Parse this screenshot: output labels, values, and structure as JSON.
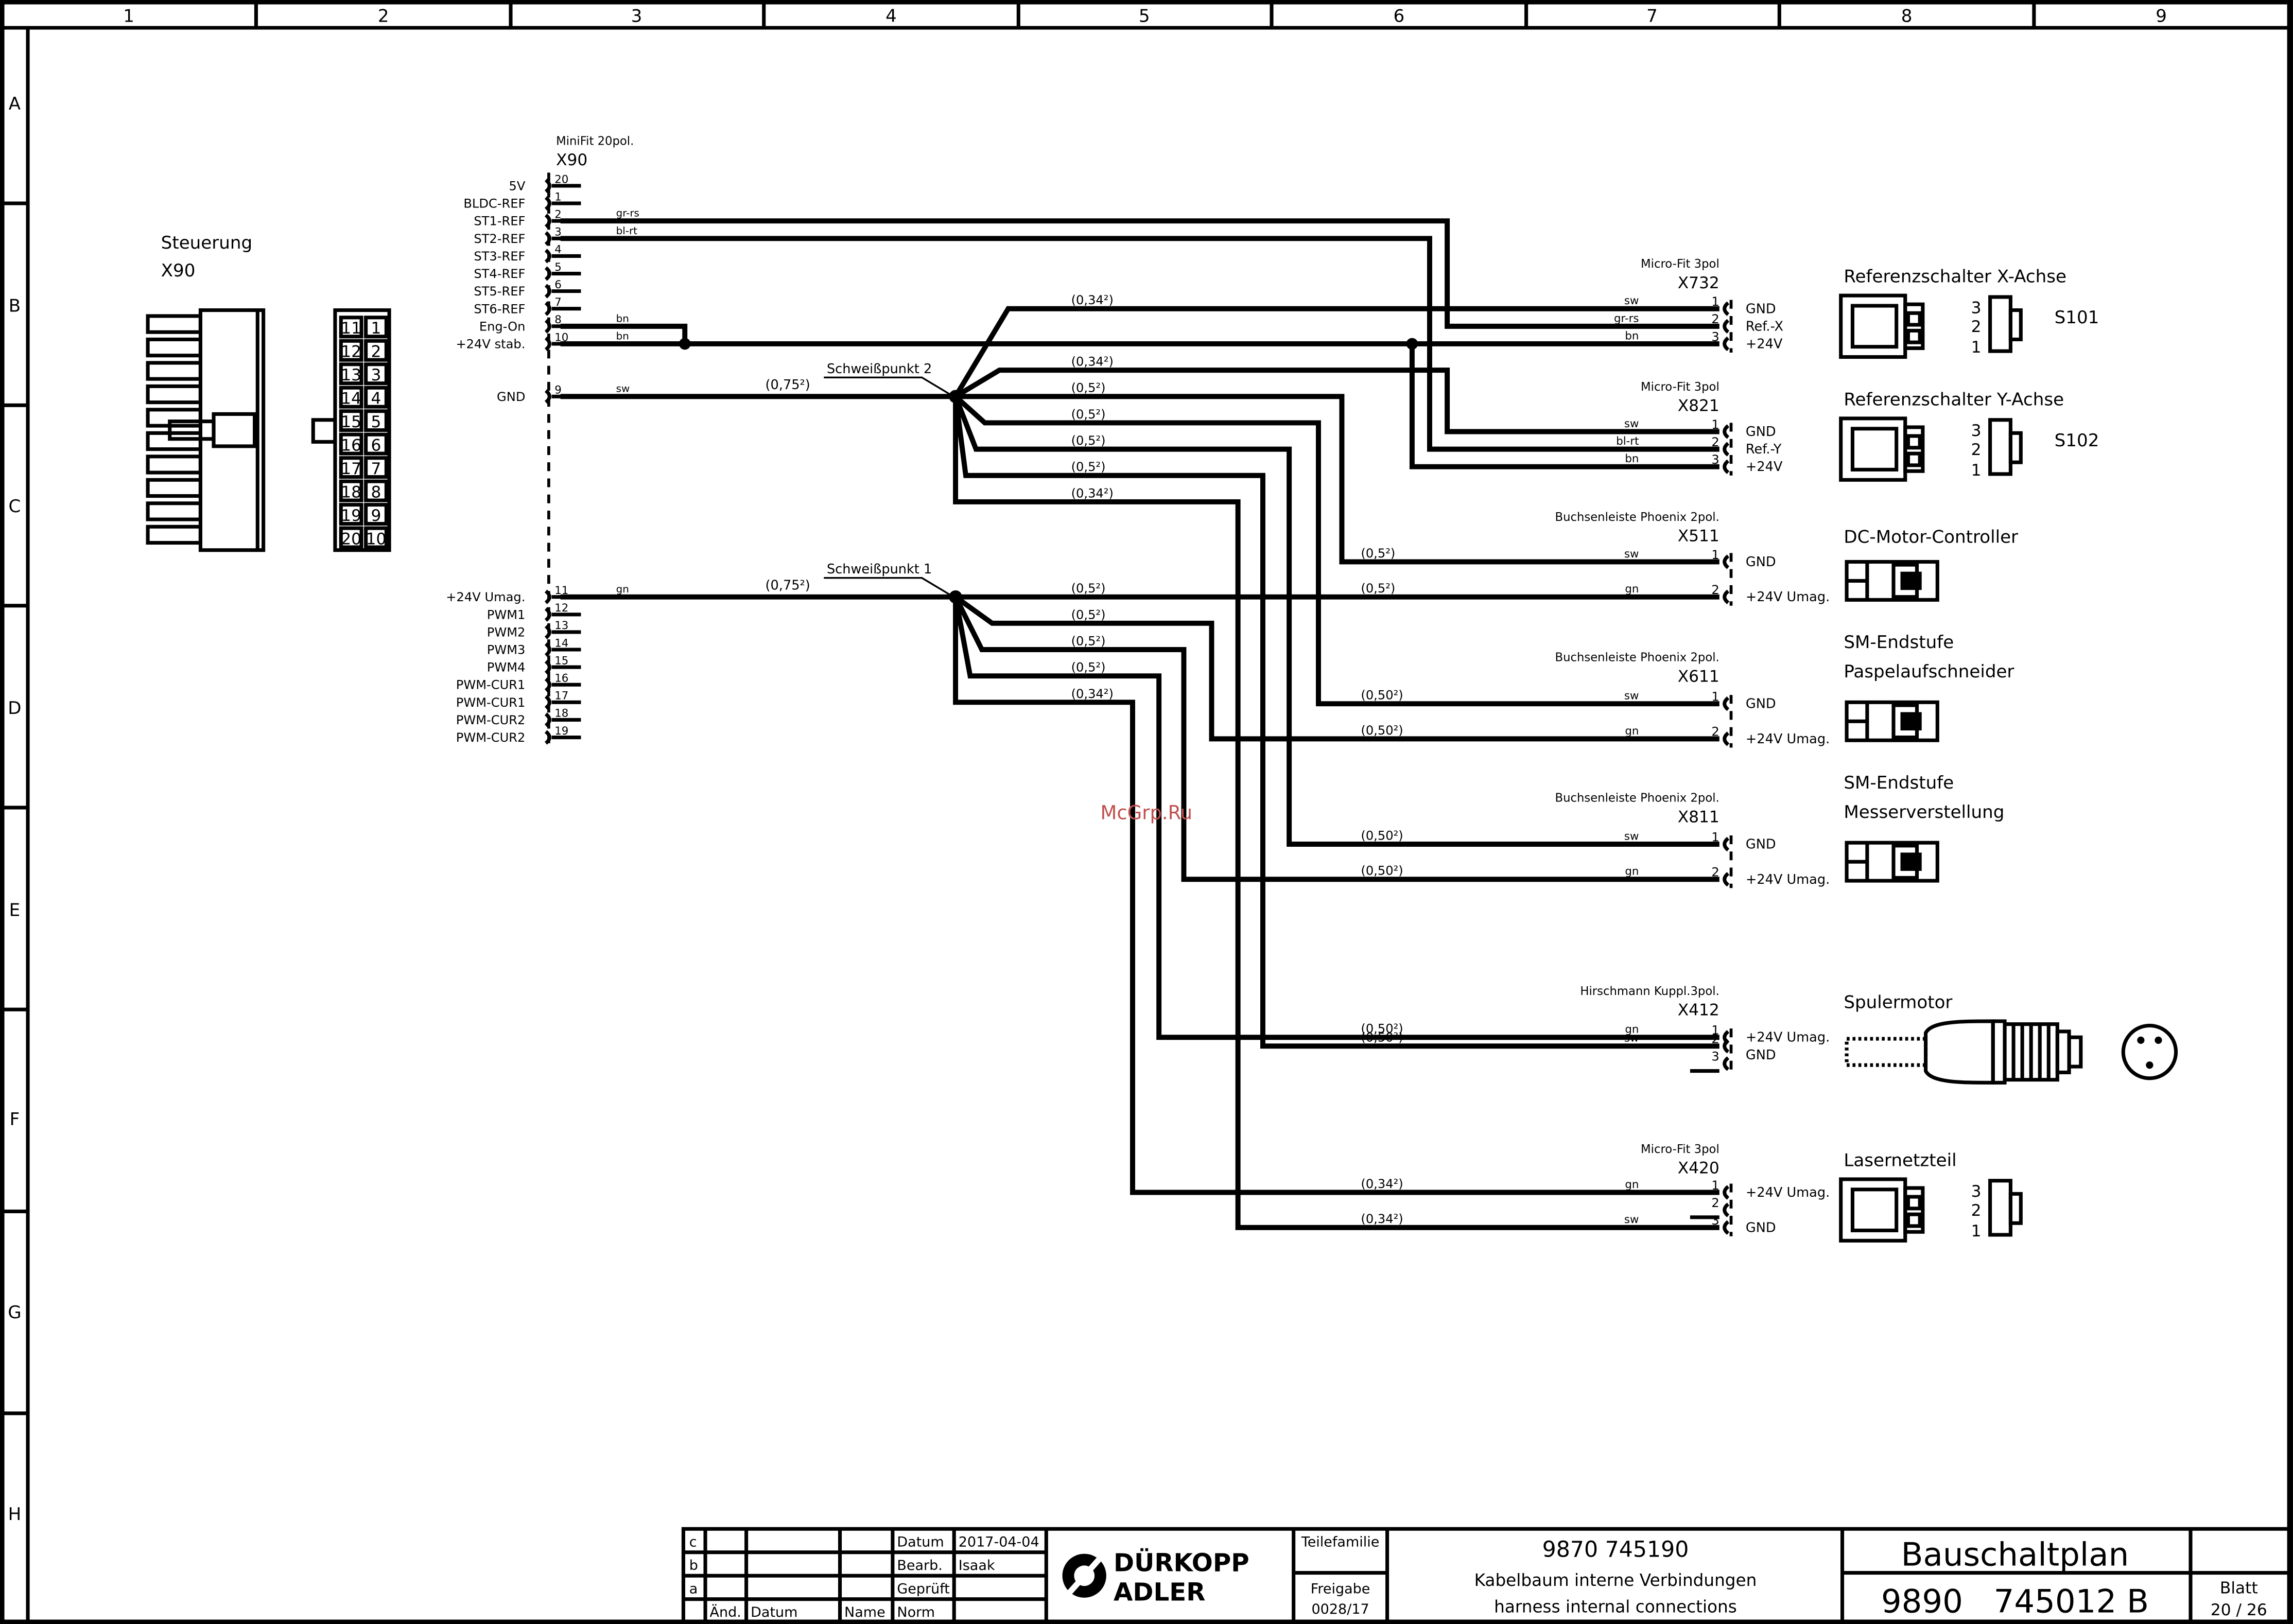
{
  "grid": {
    "columns": [
      "1",
      "2",
      "3",
      "4",
      "5",
      "6",
      "7",
      "8",
      "9"
    ],
    "rows": [
      "A",
      "B",
      "C",
      "D",
      "E",
      "F",
      "G",
      "H"
    ]
  },
  "controller": {
    "title": "Steuerung",
    "subtitle": "X90",
    "pin_grid": [
      [
        "11",
        "1"
      ],
      [
        "12",
        "2"
      ],
      [
        "13",
        "3"
      ],
      [
        "14",
        "4"
      ],
      [
        "15",
        "5"
      ],
      [
        "16",
        "6"
      ],
      [
        "17",
        "7"
      ],
      [
        "18",
        "8"
      ],
      [
        "19",
        "9"
      ],
      [
        "20",
        "10"
      ]
    ]
  },
  "x90": {
    "type": "MiniFit 20pol.",
    "name": "X90",
    "pins": [
      {
        "label": "5V",
        "num": "20"
      },
      {
        "label": "BLDC-REF",
        "num": "1"
      },
      {
        "label": "ST1-REF",
        "num": "2",
        "color": "gr-rs"
      },
      {
        "label": "ST2-REF",
        "num": "3",
        "color": "bl-rt"
      },
      {
        "label": "ST3-REF",
        "num": "4"
      },
      {
        "label": "ST4-REF",
        "num": "5"
      },
      {
        "label": "ST5-REF",
        "num": "6"
      },
      {
        "label": "ST6-REF",
        "num": "7"
      },
      {
        "label": "Eng-On",
        "num": "8",
        "color": "bn"
      },
      {
        "label": "+24V stab.",
        "num": "10",
        "color": "bn"
      },
      {
        "label": "GND",
        "num": "9",
        "color": "sw"
      },
      {
        "label": "+24V Umag.",
        "num": "11",
        "color": "gn"
      },
      {
        "label": "PWM1",
        "num": "12"
      },
      {
        "label": "PWM2",
        "num": "13"
      },
      {
        "label": "PWM3",
        "num": "14"
      },
      {
        "label": "PWM4",
        "num": "15"
      },
      {
        "label": "PWM-CUR1",
        "num": "16"
      },
      {
        "label": "PWM-CUR1",
        "num": "17"
      },
      {
        "label": "PWM-CUR2",
        "num": "18"
      },
      {
        "label": "PWM-CUR2",
        "num": "19"
      }
    ]
  },
  "splices": {
    "sp2": {
      "label": "Schweißpunkt 2",
      "cross": "(0,75²)"
    },
    "sp1": {
      "label": "Schweißpunkt 1",
      "cross": "(0,75²)"
    }
  },
  "connectors": [
    {
      "key": "x732",
      "type": "Micro-Fit 3pol",
      "name": "X732",
      "pins": [
        {
          "num": "1",
          "color": "sw",
          "signal": "GND"
        },
        {
          "num": "2",
          "color": "gr-rs",
          "signal": "Ref.-X"
        },
        {
          "num": "3",
          "color": "bn",
          "signal": "+24V"
        }
      ],
      "cross": "(0,34²)"
    },
    {
      "key": "x821",
      "type": "Micro-Fit 3pol",
      "name": "X821",
      "pins": [
        {
          "num": "1",
          "color": "sw",
          "signal": "GND"
        },
        {
          "num": "2",
          "color": "bl-rt",
          "signal": "Ref.-Y"
        },
        {
          "num": "3",
          "color": "bn",
          "signal": "+24V"
        }
      ],
      "cross": "(0,34²)"
    },
    {
      "key": "x511",
      "type": "Buchsenleiste Phoenix 2pol.",
      "name": "X511",
      "pins": [
        {
          "num": "1",
          "color": "sw",
          "signal": "GND",
          "cross": "(0,5²)"
        },
        {
          "num": "2",
          "color": "gn",
          "signal": "+24V Umag.",
          "cross": "(0,5²)"
        }
      ]
    },
    {
      "key": "x611",
      "type": "Buchsenleiste Phoenix 2pol.",
      "name": "X611",
      "pins": [
        {
          "num": "1",
          "color": "sw",
          "signal": "GND",
          "cross": "(0,50²)"
        },
        {
          "num": "2",
          "color": "gn",
          "signal": "+24V Umag.",
          "cross": "(0,50²)"
        }
      ]
    },
    {
      "key": "x811",
      "type": "Buchsenleiste Phoenix 2pol.",
      "name": "X811",
      "pins": [
        {
          "num": "1",
          "color": "sw",
          "signal": "GND",
          "cross": "(0,50²)"
        },
        {
          "num": "2",
          "color": "gn",
          "signal": "+24V Umag.",
          "cross": "(0,50²)"
        }
      ]
    },
    {
      "key": "x412",
      "type": "Hirschmann Kuppl.3pol.",
      "name": "X412",
      "pins": [
        {
          "num": "1",
          "color": "gn",
          "signal": "+24V Umag.",
          "cross": "(0,50²)"
        },
        {
          "num": "2",
          "color": "sw",
          "signal": "GND",
          "cross": "(0,50²)"
        },
        {
          "num": "3",
          "color": "",
          "signal": ""
        }
      ]
    },
    {
      "key": "x420",
      "type": "Micro-Fit 3pol",
      "name": "X420",
      "pins": [
        {
          "num": "1",
          "color": "gn",
          "signal": "+24V Umag.",
          "cross": "(0,34²)"
        },
        {
          "num": "2",
          "color": "",
          "signal": ""
        },
        {
          "num": "3",
          "color": "sw",
          "signal": "GND",
          "cross": "(0,34²)"
        }
      ]
    }
  ],
  "sp2_branch_labels": [
    "(0,34²)",
    "(0,34²)",
    "(0,5²)",
    "(0,5²)",
    "(0,5²)",
    "(0,5²)",
    "(0,34²)"
  ],
  "sp1_branch_labels": [
    "(0,5²)",
    "(0,5²)",
    "(0,5²)",
    "(0,5²)",
    "(0,34²)"
  ],
  "devices": [
    {
      "key": "s101",
      "title": "Referenzschalter X-Achse",
      "tag": "S101",
      "pins": [
        "3",
        "2",
        "1"
      ]
    },
    {
      "key": "s102",
      "title": "Referenzschalter Y-Achse",
      "tag": "S102",
      "pins": [
        "3",
        "2",
        "1"
      ]
    },
    {
      "key": "dc",
      "title": "DC-Motor-Controller"
    },
    {
      "key": "sm1",
      "title": "SM-Endstufe",
      "title2": "Paspelaufschneider"
    },
    {
      "key": "sm2",
      "title": "SM-Endstufe",
      "title2": "Messerverstellung"
    },
    {
      "key": "spuler",
      "title": "Spulermotor"
    },
    {
      "key": "laser",
      "title": "Lasernetzteil",
      "pins": [
        "3",
        "2",
        "1"
      ]
    }
  ],
  "watermark": "McGrp.Ru",
  "title_block": {
    "revisions": [
      "c",
      "b",
      "a"
    ],
    "rev_header": {
      "aend": "Änd.",
      "datum": "Datum",
      "name": "Name",
      "norm": "Norm"
    },
    "datum_label": "Datum",
    "datum_value": "2017-04-04",
    "bearb_label": "Bearb.",
    "bearb_value": "Isaak",
    "geprueft_label": "Geprüft",
    "norm_label": "Norm",
    "company_line1": "DÜRKOPP",
    "company_line2": "ADLER",
    "teilefamilie": "Teilefamilie",
    "freigabe": "Freigabe",
    "freigabe_value": "0028/17",
    "part_number": "9870 745190",
    "desc_de": "Kabelbaum interne Verbindungen",
    "desc_en": "harness internal connections",
    "doc_type": "Bauschaltplan",
    "doc_number": "9890   745012 B",
    "blatt": "Blatt",
    "blatt_value": "20 / 26"
  }
}
